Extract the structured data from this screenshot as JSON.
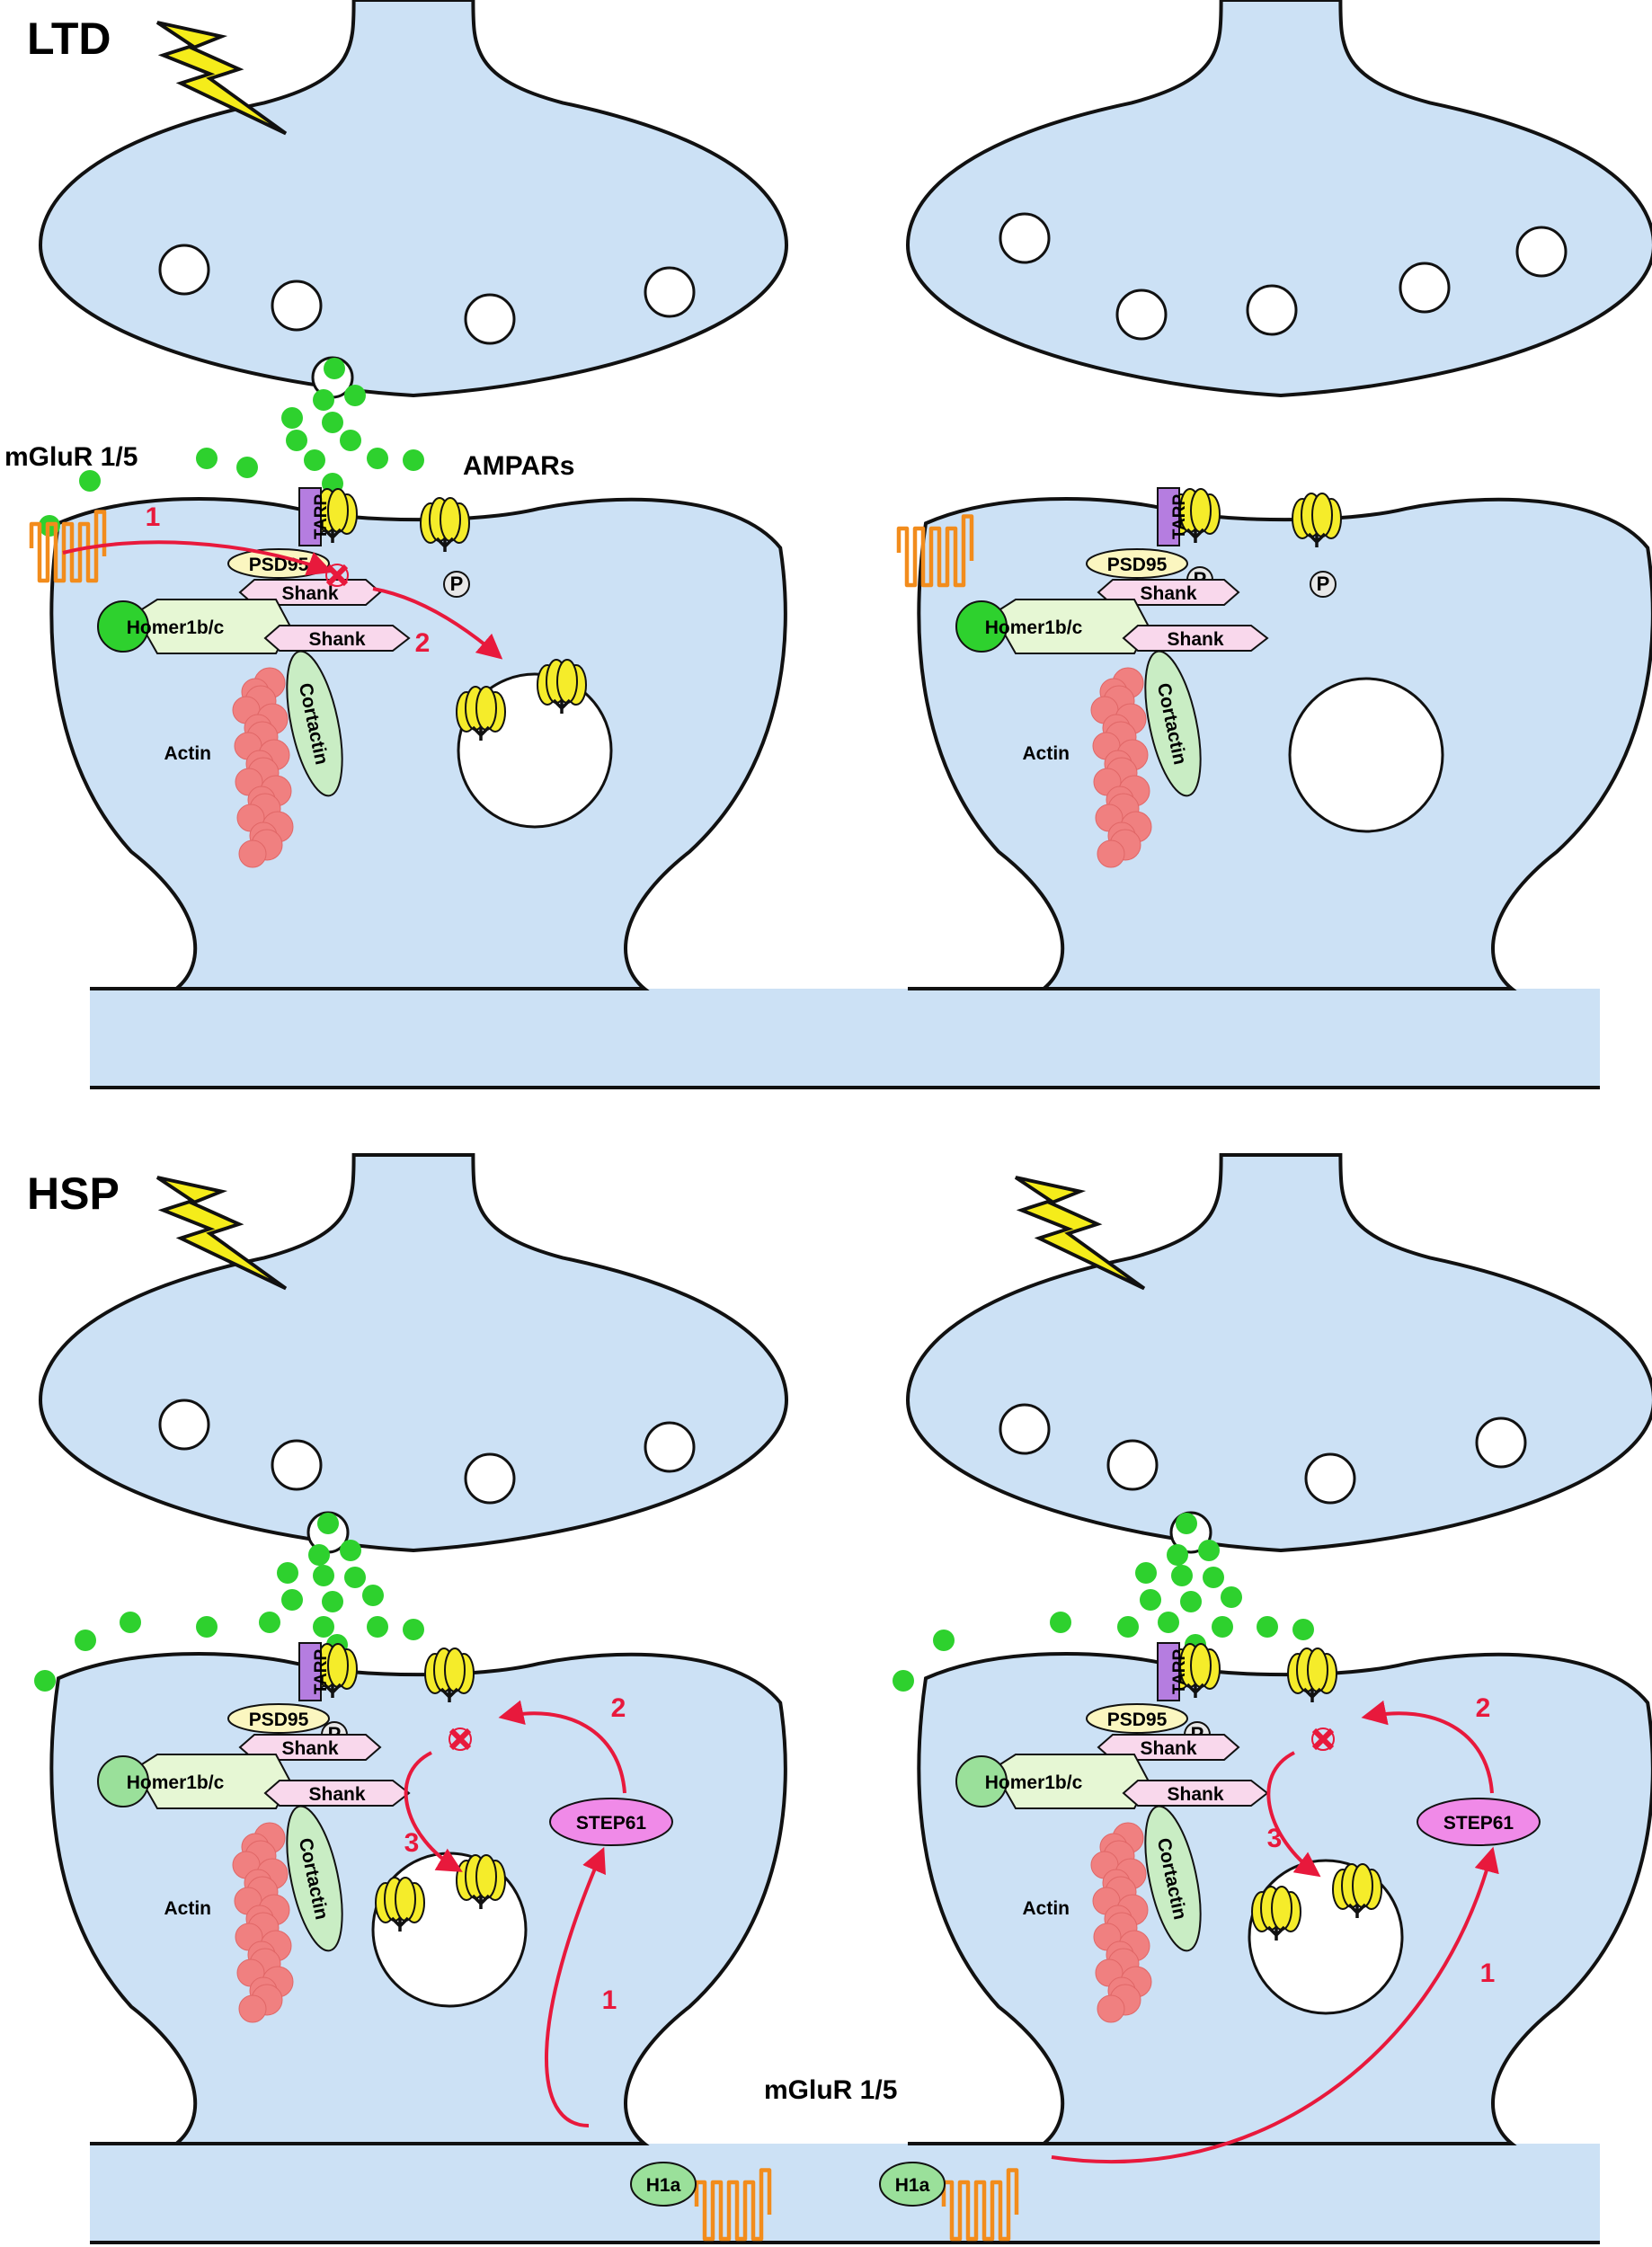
{
  "panels": {
    "ltd": {
      "title": "LTD"
    },
    "hsp": {
      "title": "HSP"
    }
  },
  "labels": {
    "mglur": "mGluR 1/5",
    "ampars": "AMPARs",
    "tarp": "TARP",
    "psd95": "PSD95",
    "shank": "Shank",
    "homer": "Homer1b/c",
    "cortactin": "Cortactin",
    "actin": "Actin",
    "phospho": "P",
    "step61": "STEP61",
    "h1a": "H1a"
  },
  "steps": {
    "one": "1",
    "two": "2",
    "three": "3"
  },
  "colors": {
    "cytoplasm": "#cce1f5",
    "outline": "#111111",
    "glutamate": "#2ed12e",
    "ampar": "#f5ec2a",
    "tarp": "#b57de0",
    "psd95": "#fbf6c0",
    "shank": "#f9d8ec",
    "homer": "#e6f7d4",
    "homer_ball_ltd": "#2ed12e",
    "homer_ball_hsp": "#9ae09a",
    "cortactin": "#c9edc4",
    "actin": "#f08080",
    "step61": "#f08ae8",
    "h1a": "#9ae09a",
    "receptor": "#f28c1c",
    "arrow": "#e8193c",
    "lightning": "#f5ec1a"
  }
}
